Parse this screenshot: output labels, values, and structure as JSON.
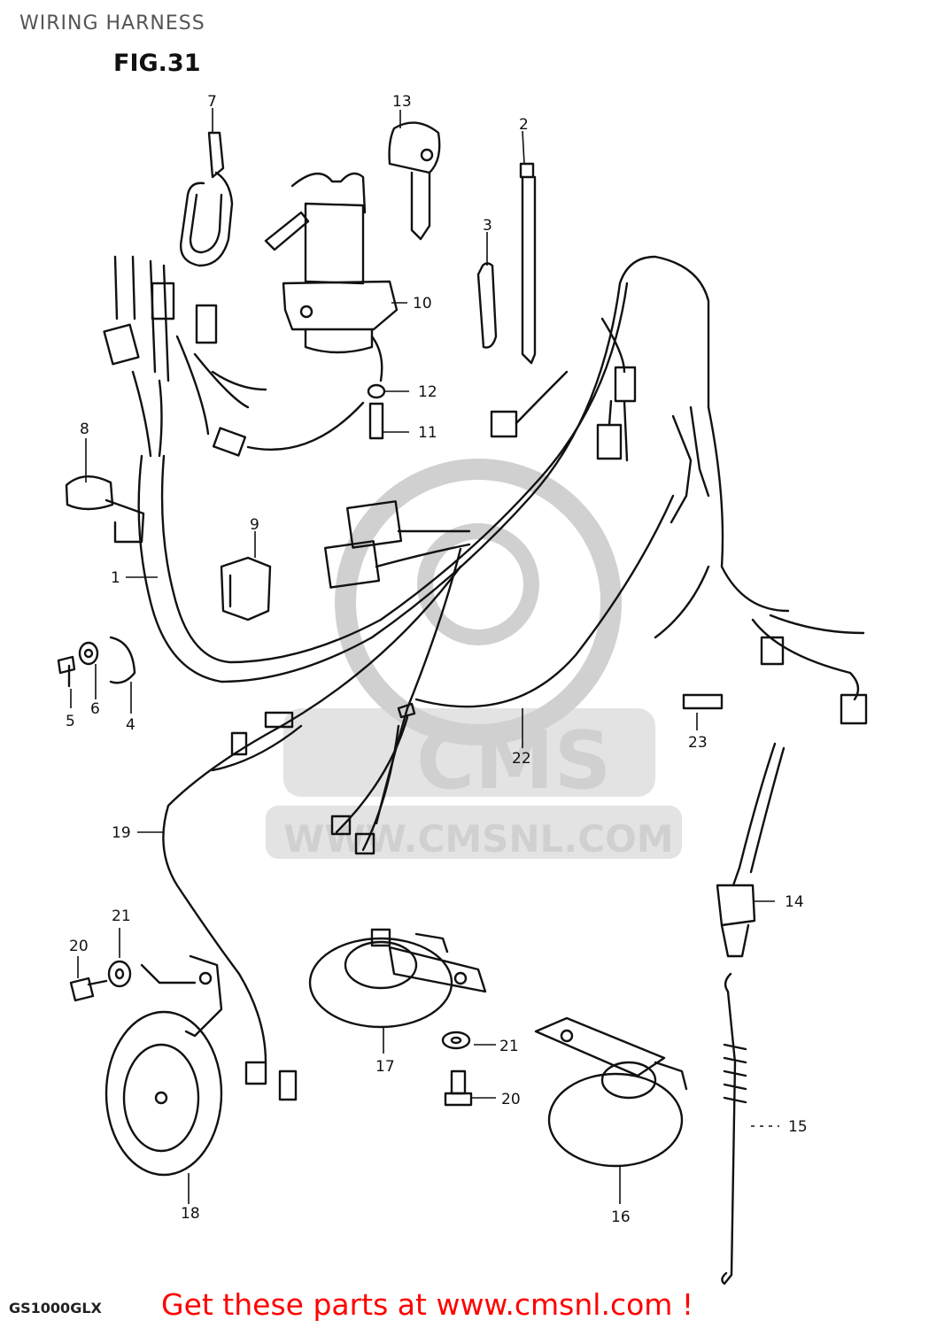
{
  "header": {
    "title": "WIRING HARNESS"
  },
  "figure": {
    "label": "FIG.31",
    "model_code": "GS1000GLX"
  },
  "watermark": {
    "brand": "CMS",
    "url": "WWW.CMSNL.COM"
  },
  "callouts": {
    "c1": "1",
    "c2": "2",
    "c3": "3",
    "c4": "4",
    "c5": "5",
    "c6": "6",
    "c7": "7",
    "c8": "8",
    "c9": "9",
    "c10": "10",
    "c11": "11",
    "c12": "12",
    "c13": "13",
    "c14": "14",
    "c15": "15",
    "c16": "16",
    "c17": "17",
    "c18": "18",
    "c19": "19",
    "c20a": "20",
    "c20b": "20",
    "c21a": "21",
    "c21b": "21",
    "c22": "22",
    "c23": "23"
  },
  "footer": {
    "link_text": "Get these parts at www.cmsnl.com !",
    "link_color": "#ff0000"
  }
}
